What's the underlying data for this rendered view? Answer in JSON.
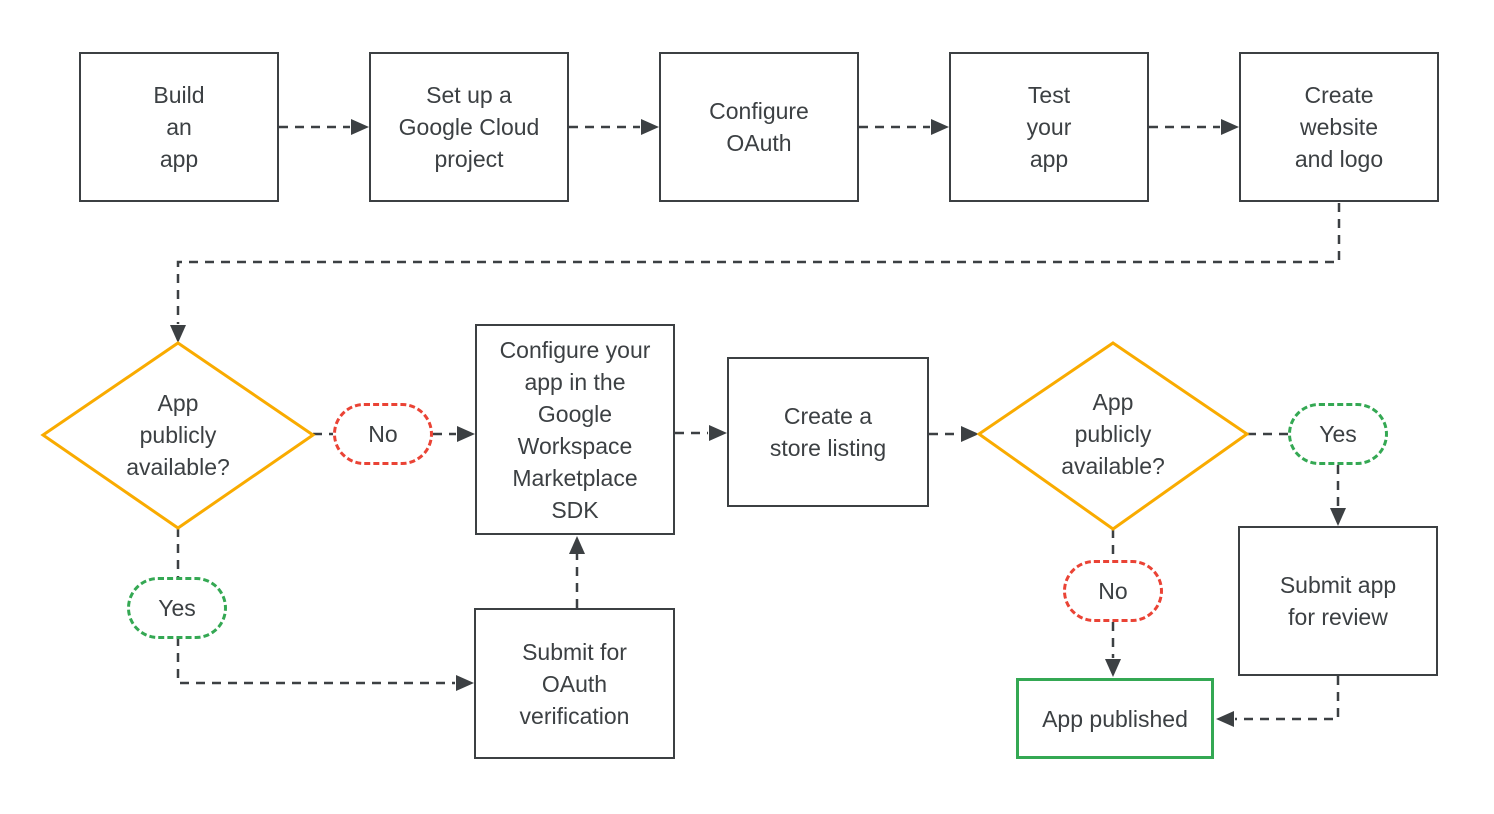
{
  "diagram": {
    "type": "flowchart",
    "description": "App publishing workflow for the Google Workspace Marketplace"
  },
  "colors": {
    "line": "#3C4043",
    "text": "#3C4043",
    "decision_border": "#F9AB00",
    "no_badge_border": "#EA4335",
    "yes_badge_border": "#34A853",
    "published_border": "#34A853",
    "background": "#FFFFFF"
  },
  "nodes": {
    "build_app": {
      "label": "Build\nan\napp"
    },
    "setup_project": {
      "label": "Set up a\nGoogle Cloud\nproject"
    },
    "configure_oauth": {
      "label": "Configure\nOAuth"
    },
    "test_app": {
      "label": "Test\nyour\napp"
    },
    "create_website": {
      "label": "Create\nwebsite\nand logo"
    },
    "decision_left": {
      "label": "App\npublicly\navailable?"
    },
    "configure_sdk": {
      "label": "Configure your\napp in the\nGoogle\nWorkspace\nMarketplace\nSDK"
    },
    "store_listing": {
      "label": "Create a\nstore listing"
    },
    "decision_right": {
      "label": "App\npublicly\navailable?"
    },
    "submit_review": {
      "label": "Submit app\nfor review"
    },
    "submit_oauth_verification": {
      "label": "Submit for\nOAuth\nverification"
    },
    "app_published": {
      "label": "App published"
    }
  },
  "edge_labels": {
    "left_no": "No",
    "left_yes": "Yes",
    "right_yes": "Yes",
    "right_no": "No"
  }
}
